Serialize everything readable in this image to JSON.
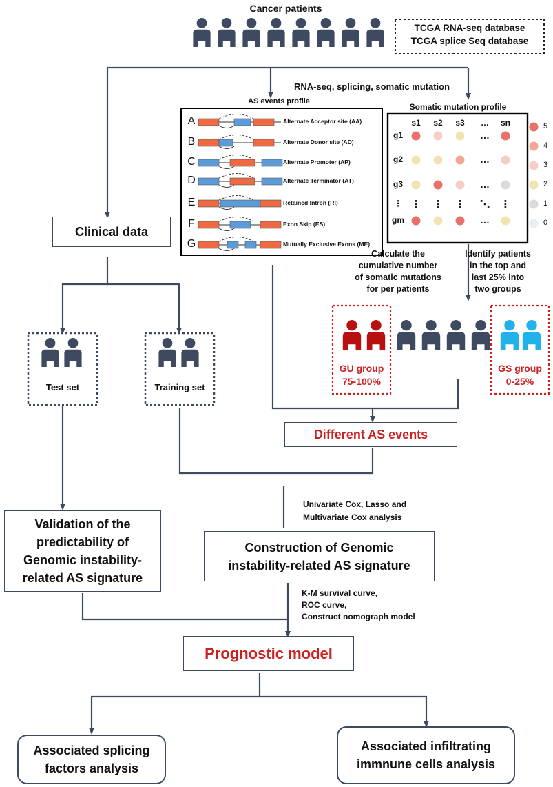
{
  "header": {
    "cancer_patients": "Cancer patients",
    "database_line1": "TCGA RNA-seq database",
    "database_line2": "TCGA  splice Seq database"
  },
  "top_flow_label": "RNA-seq, splicing, somatic mutation",
  "as_profile": {
    "title": "AS events profile",
    "events": [
      {
        "letter": "A",
        "label": "Alternate Acceptor site (AA)"
      },
      {
        "letter": "B",
        "label": "Alternate Donor site (AD)"
      },
      {
        "letter": "C",
        "label": "Alternate Promoter (AP)"
      },
      {
        "letter": "D",
        "label": "Alternate Terminator (AT)"
      },
      {
        "letter": "E",
        "label": "Retained Intron (RI)"
      },
      {
        "letter": "F",
        "label": "Exon Skip (ES)"
      },
      {
        "letter": "G",
        "label": "Mutually Exclusive Exons (ME)"
      }
    ]
  },
  "mutation_profile": {
    "title": "Somatic mutation profile",
    "columns": [
      "s1",
      "s2",
      "s3",
      "…",
      "sn"
    ],
    "rows": [
      "g1",
      "g2",
      "g3",
      "⋮",
      "gm"
    ],
    "legend": [
      "5",
      "4",
      "3",
      "2",
      "1",
      "0"
    ],
    "colors": [
      "#e8716a",
      "#f0a797",
      "#f3cfc8",
      "#efe4b2",
      "#dcd9dc",
      "#e8eef4"
    ]
  },
  "clinical_data": "Clinical data",
  "cumulative_text": "Calculate the\ncumulative number\nof somatic mutations\nfor per patients",
  "identify_text": "Identify patients\nin the top and\nlast 25% into\ntwo groups",
  "gu_group": {
    "label": "GU group",
    "range": "75-100%"
  },
  "gs_group": {
    "label": "GS group",
    "range": "0-25%"
  },
  "test_set": "Test set",
  "training_set": "Training set",
  "different_as": "Different AS events",
  "cox_text": "Univariate Cox, Lasso and\nMultivariate Cox analysis",
  "validation_box": "Validation of the\npredictability of\nGenomic instability-\nrelated AS signature",
  "construction_box": "Construction of Genomic\ninstability-related AS signature",
  "km_text": "K-M survival curve,\nROC curve,\nConstruct nomograph model",
  "prognostic": "Prognostic model",
  "splicing_box": "Associated splicing\nfactors analysis",
  "immune_box": "Associated infiltrating\nimmnune cells analysis",
  "palette": {
    "line": "#3d4a60",
    "person": "#3d4a60",
    "gu": "#b8100f",
    "gs": "#22b2ea",
    "red_text": "#cc1f1f",
    "exon_orange": "#ee6a43",
    "exon_blue": "#5a9bd8"
  }
}
